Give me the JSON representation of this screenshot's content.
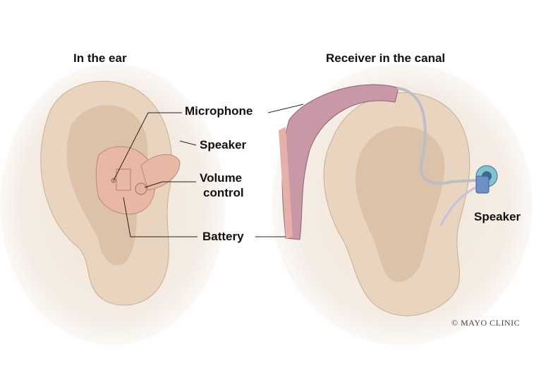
{
  "titles": {
    "left": "In the ear",
    "right": "Receiver in the canal"
  },
  "left_labels": {
    "microphone": "Microphone",
    "speaker": "Speaker",
    "volume_line1": "Volume",
    "volume_line2": "control",
    "battery": "Battery"
  },
  "right_labels": {
    "speaker": "Speaker"
  },
  "copyright": "© MAYO CLINIC",
  "colors": {
    "skin": "#eddcc9",
    "skin_dark": "#c9ad93",
    "device_ite": "#e9b8a4",
    "device_ric": "#c998a6",
    "receiver": "#6f8fc9"
  }
}
